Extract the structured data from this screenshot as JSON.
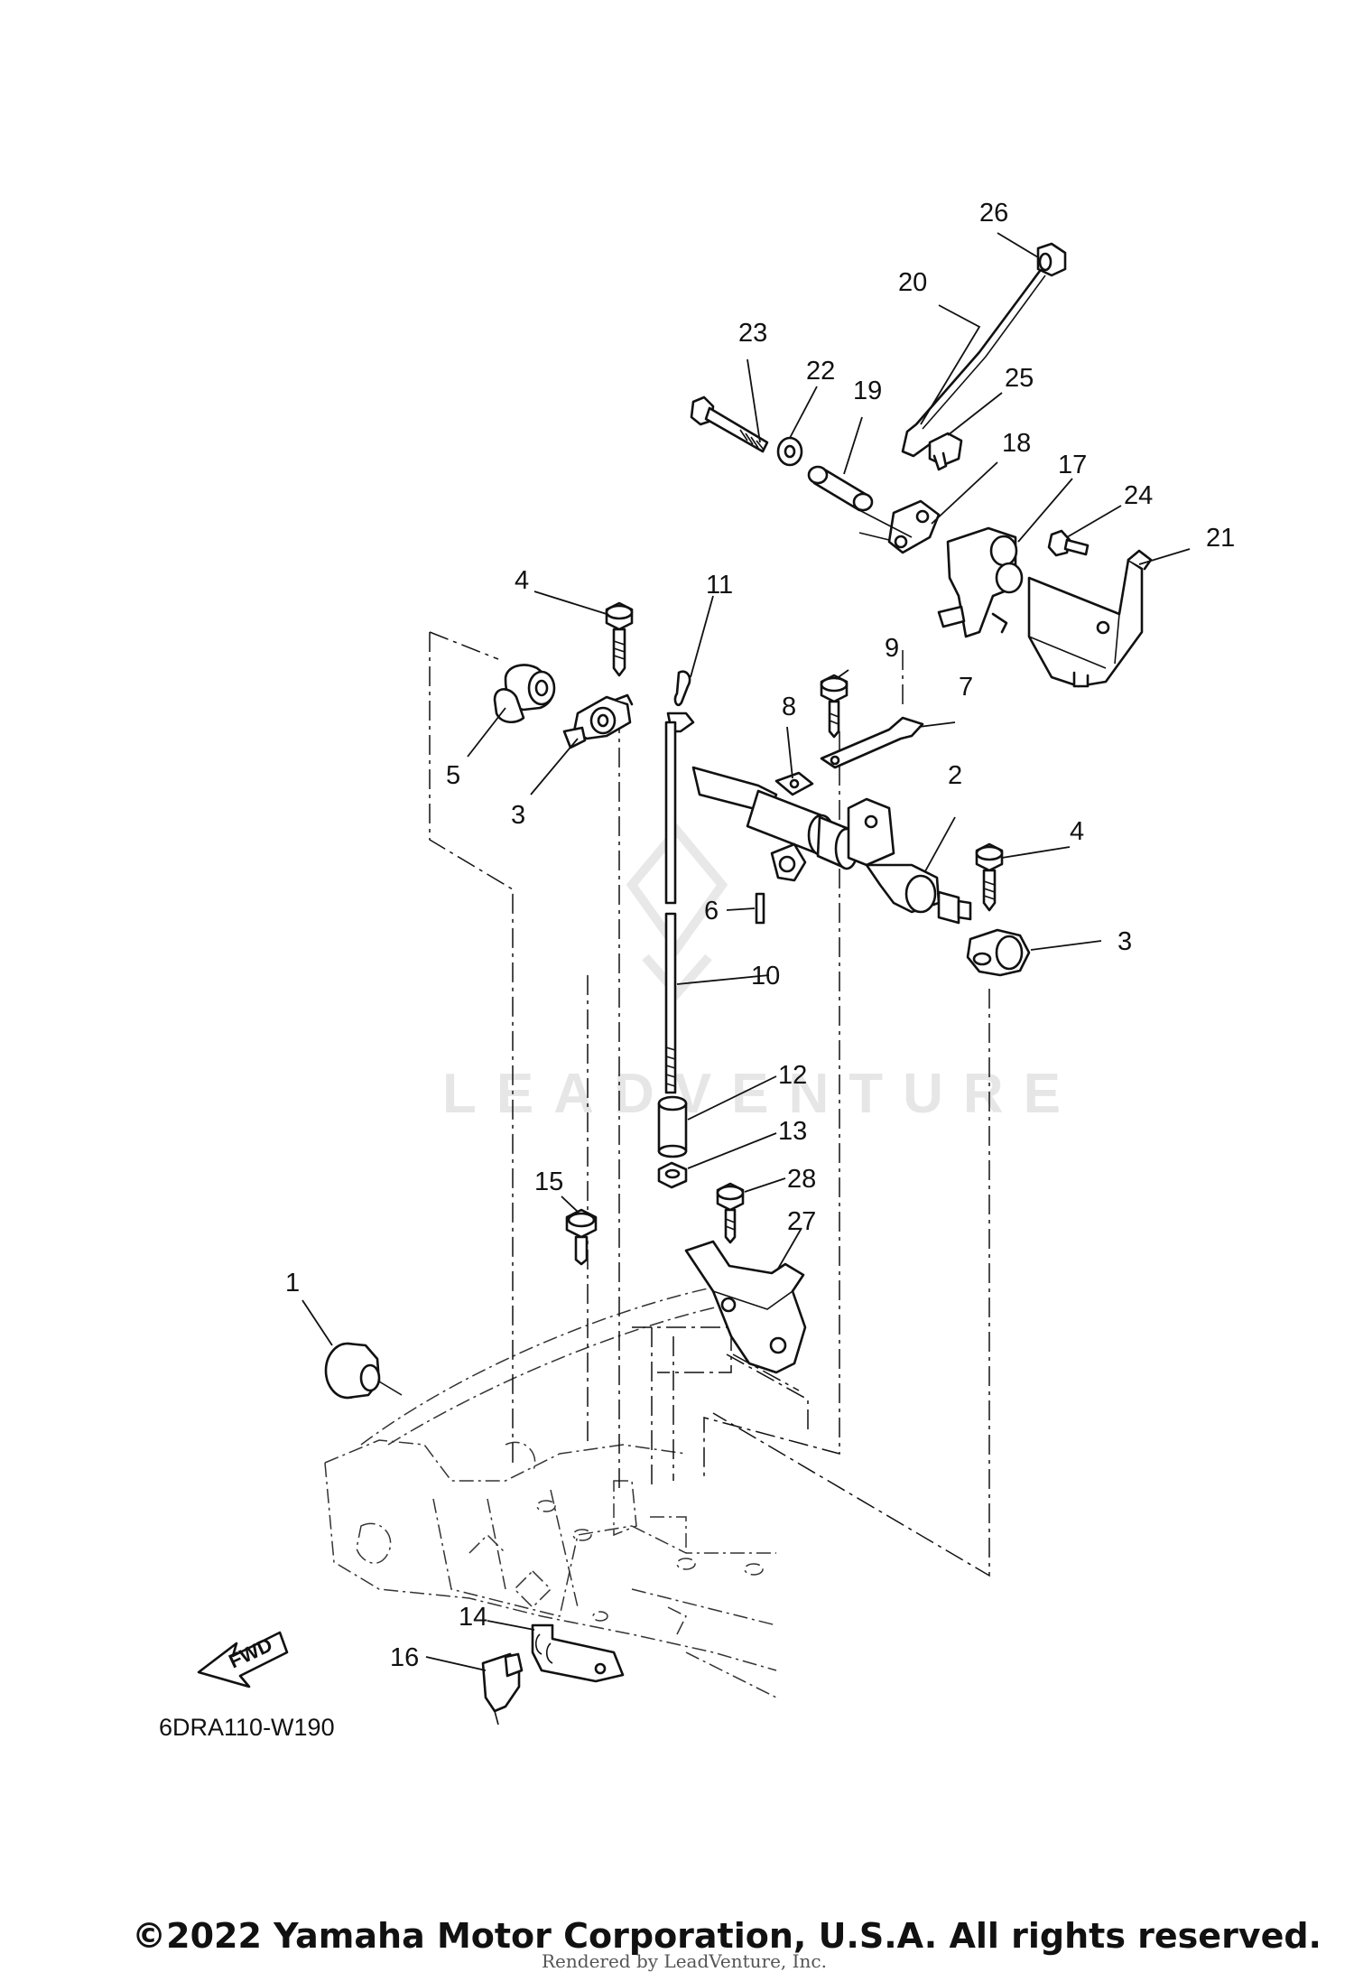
{
  "diagram": {
    "code": "6DRA110-W190",
    "watermark": "LEADVENTURE",
    "fwd_label": "FWD",
    "callouts": [
      {
        "id": "c1",
        "label": "1"
      },
      {
        "id": "c2",
        "label": "2"
      },
      {
        "id": "c3a",
        "label": "3"
      },
      {
        "id": "c3b",
        "label": "3"
      },
      {
        "id": "c4a",
        "label": "4"
      },
      {
        "id": "c4b",
        "label": "4"
      },
      {
        "id": "c5",
        "label": "5"
      },
      {
        "id": "c6",
        "label": "6"
      },
      {
        "id": "c7",
        "label": "7"
      },
      {
        "id": "c8",
        "label": "8"
      },
      {
        "id": "c9",
        "label": "9"
      },
      {
        "id": "c10",
        "label": "10"
      },
      {
        "id": "c11",
        "label": "11"
      },
      {
        "id": "c12",
        "label": "12"
      },
      {
        "id": "c13",
        "label": "13"
      },
      {
        "id": "c14",
        "label": "14"
      },
      {
        "id": "c15",
        "label": "15"
      },
      {
        "id": "c16",
        "label": "16"
      },
      {
        "id": "c17",
        "label": "17"
      },
      {
        "id": "c18",
        "label": "18"
      },
      {
        "id": "c19",
        "label": "19"
      },
      {
        "id": "c20",
        "label": "20"
      },
      {
        "id": "c21",
        "label": "21"
      },
      {
        "id": "c22",
        "label": "22"
      },
      {
        "id": "c23",
        "label": "23"
      },
      {
        "id": "c24",
        "label": "24"
      },
      {
        "id": "c25",
        "label": "25"
      },
      {
        "id": "c26",
        "label": "26"
      },
      {
        "id": "c27",
        "label": "27"
      },
      {
        "id": "c28",
        "label": "28"
      }
    ]
  },
  "footer": {
    "copyright": "©2022 Yamaha Motor Corporation, U.S.A. All rights reserved.",
    "rendered_by": "Rendered by LeadVenture, Inc."
  }
}
